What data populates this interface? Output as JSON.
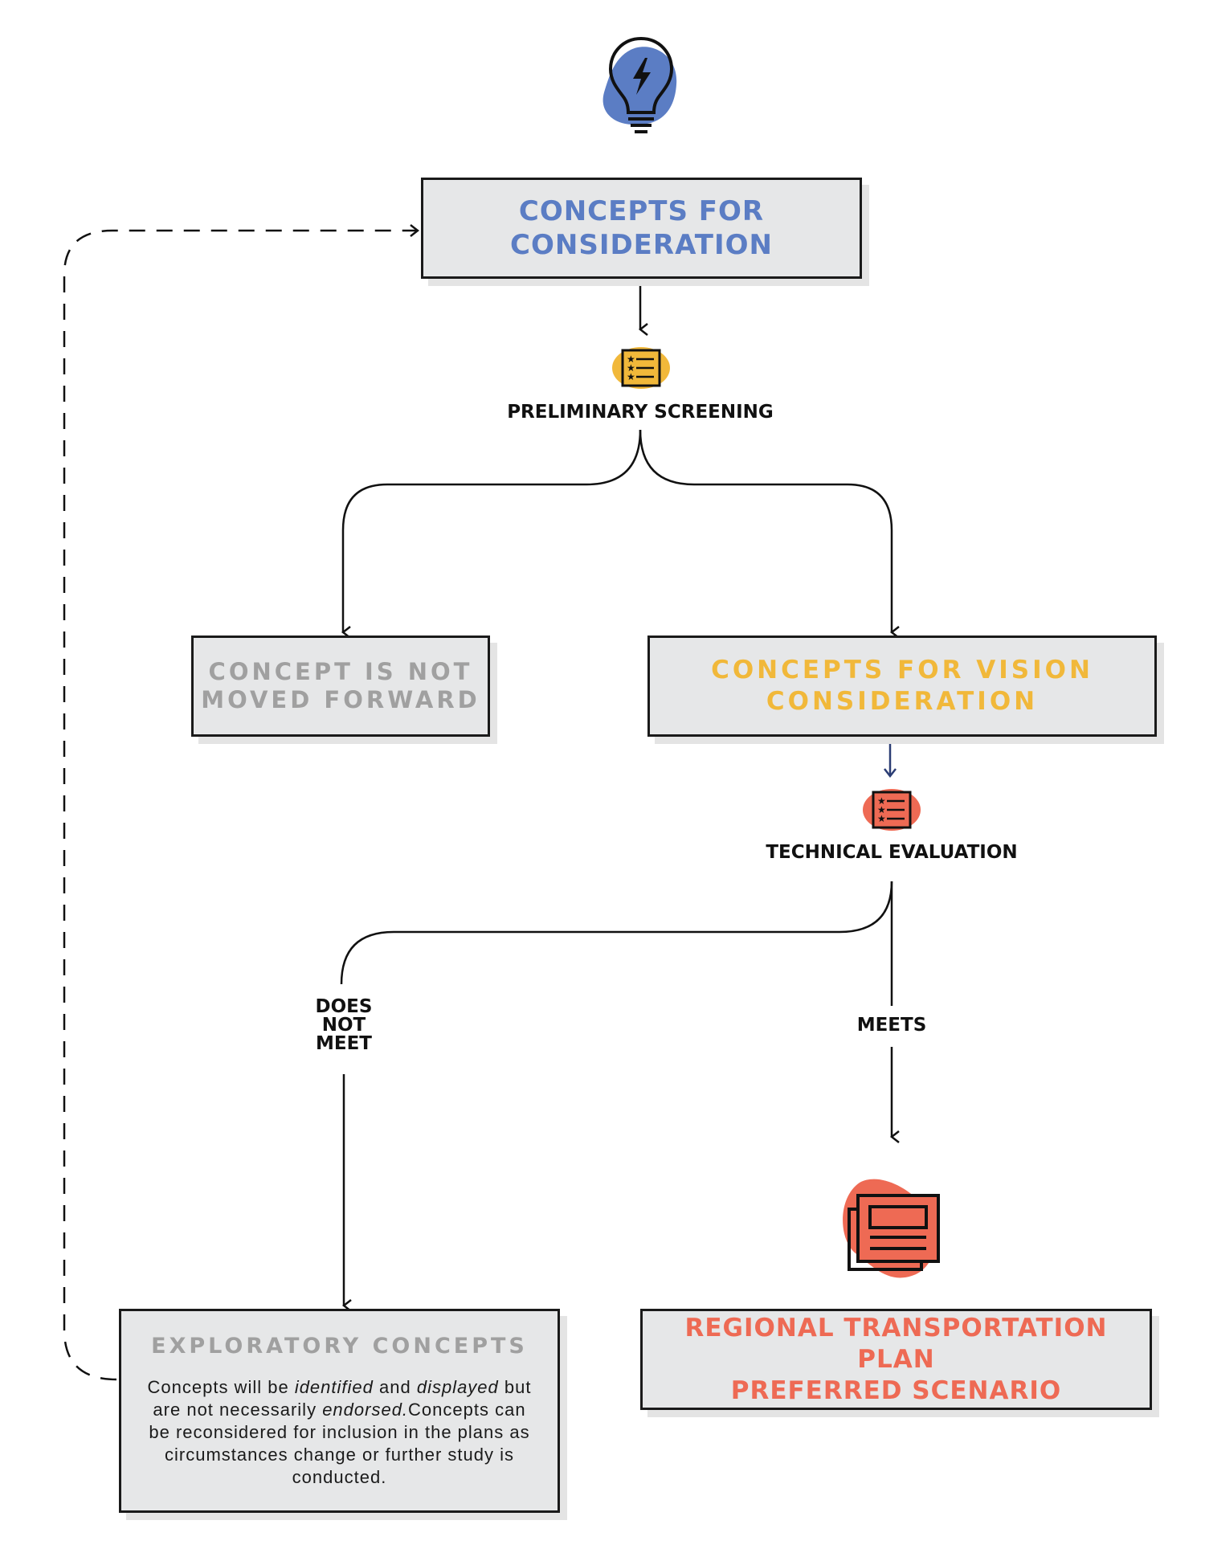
{
  "boxes": {
    "concepts_for_consideration": [
      "CONCEPTS FOR",
      "CONSIDERATION"
    ],
    "not_moved_forward": [
      "CONCEPT IS NOT",
      "MOVED FORWARD"
    ],
    "vision_consideration": [
      "CONCEPTS FOR VISION",
      "CONSIDERATION"
    ],
    "exploratory": {
      "title": "EXPLORATORY CONCEPTS",
      "desc": {
        "p1": "Concepts will be ",
        "em1": "identified",
        "p2": " and ",
        "em2": "displayed",
        "p3": " but are not necessarily ",
        "em3": "endorsed.",
        "p4": "Concepts can be reconsidered for inclusion in the plans as circumstances change or further study is conducted."
      }
    },
    "rtp": [
      "REGIONAL TRANSPORTATION PLAN",
      "PREFERRED SCENARIO"
    ]
  },
  "labels": {
    "preliminary_screening": "PRELIMINARY SCREENING",
    "technical_evaluation": "TECHNICAL EVALUATION",
    "does_not_meet": [
      "DOES",
      "NOT",
      "MEET"
    ],
    "meets": "MEETS"
  },
  "colors": {
    "blue": "#5b7dc4",
    "yellow": "#f1b83a",
    "red": "#ee6a54",
    "gray": "#a0a0a0",
    "box_fill": "#e6e7e8",
    "navy_arrow": "#2b3d74"
  },
  "icons": [
    "lightbulb-icon",
    "checklist-icon",
    "document-stack-icon"
  ]
}
